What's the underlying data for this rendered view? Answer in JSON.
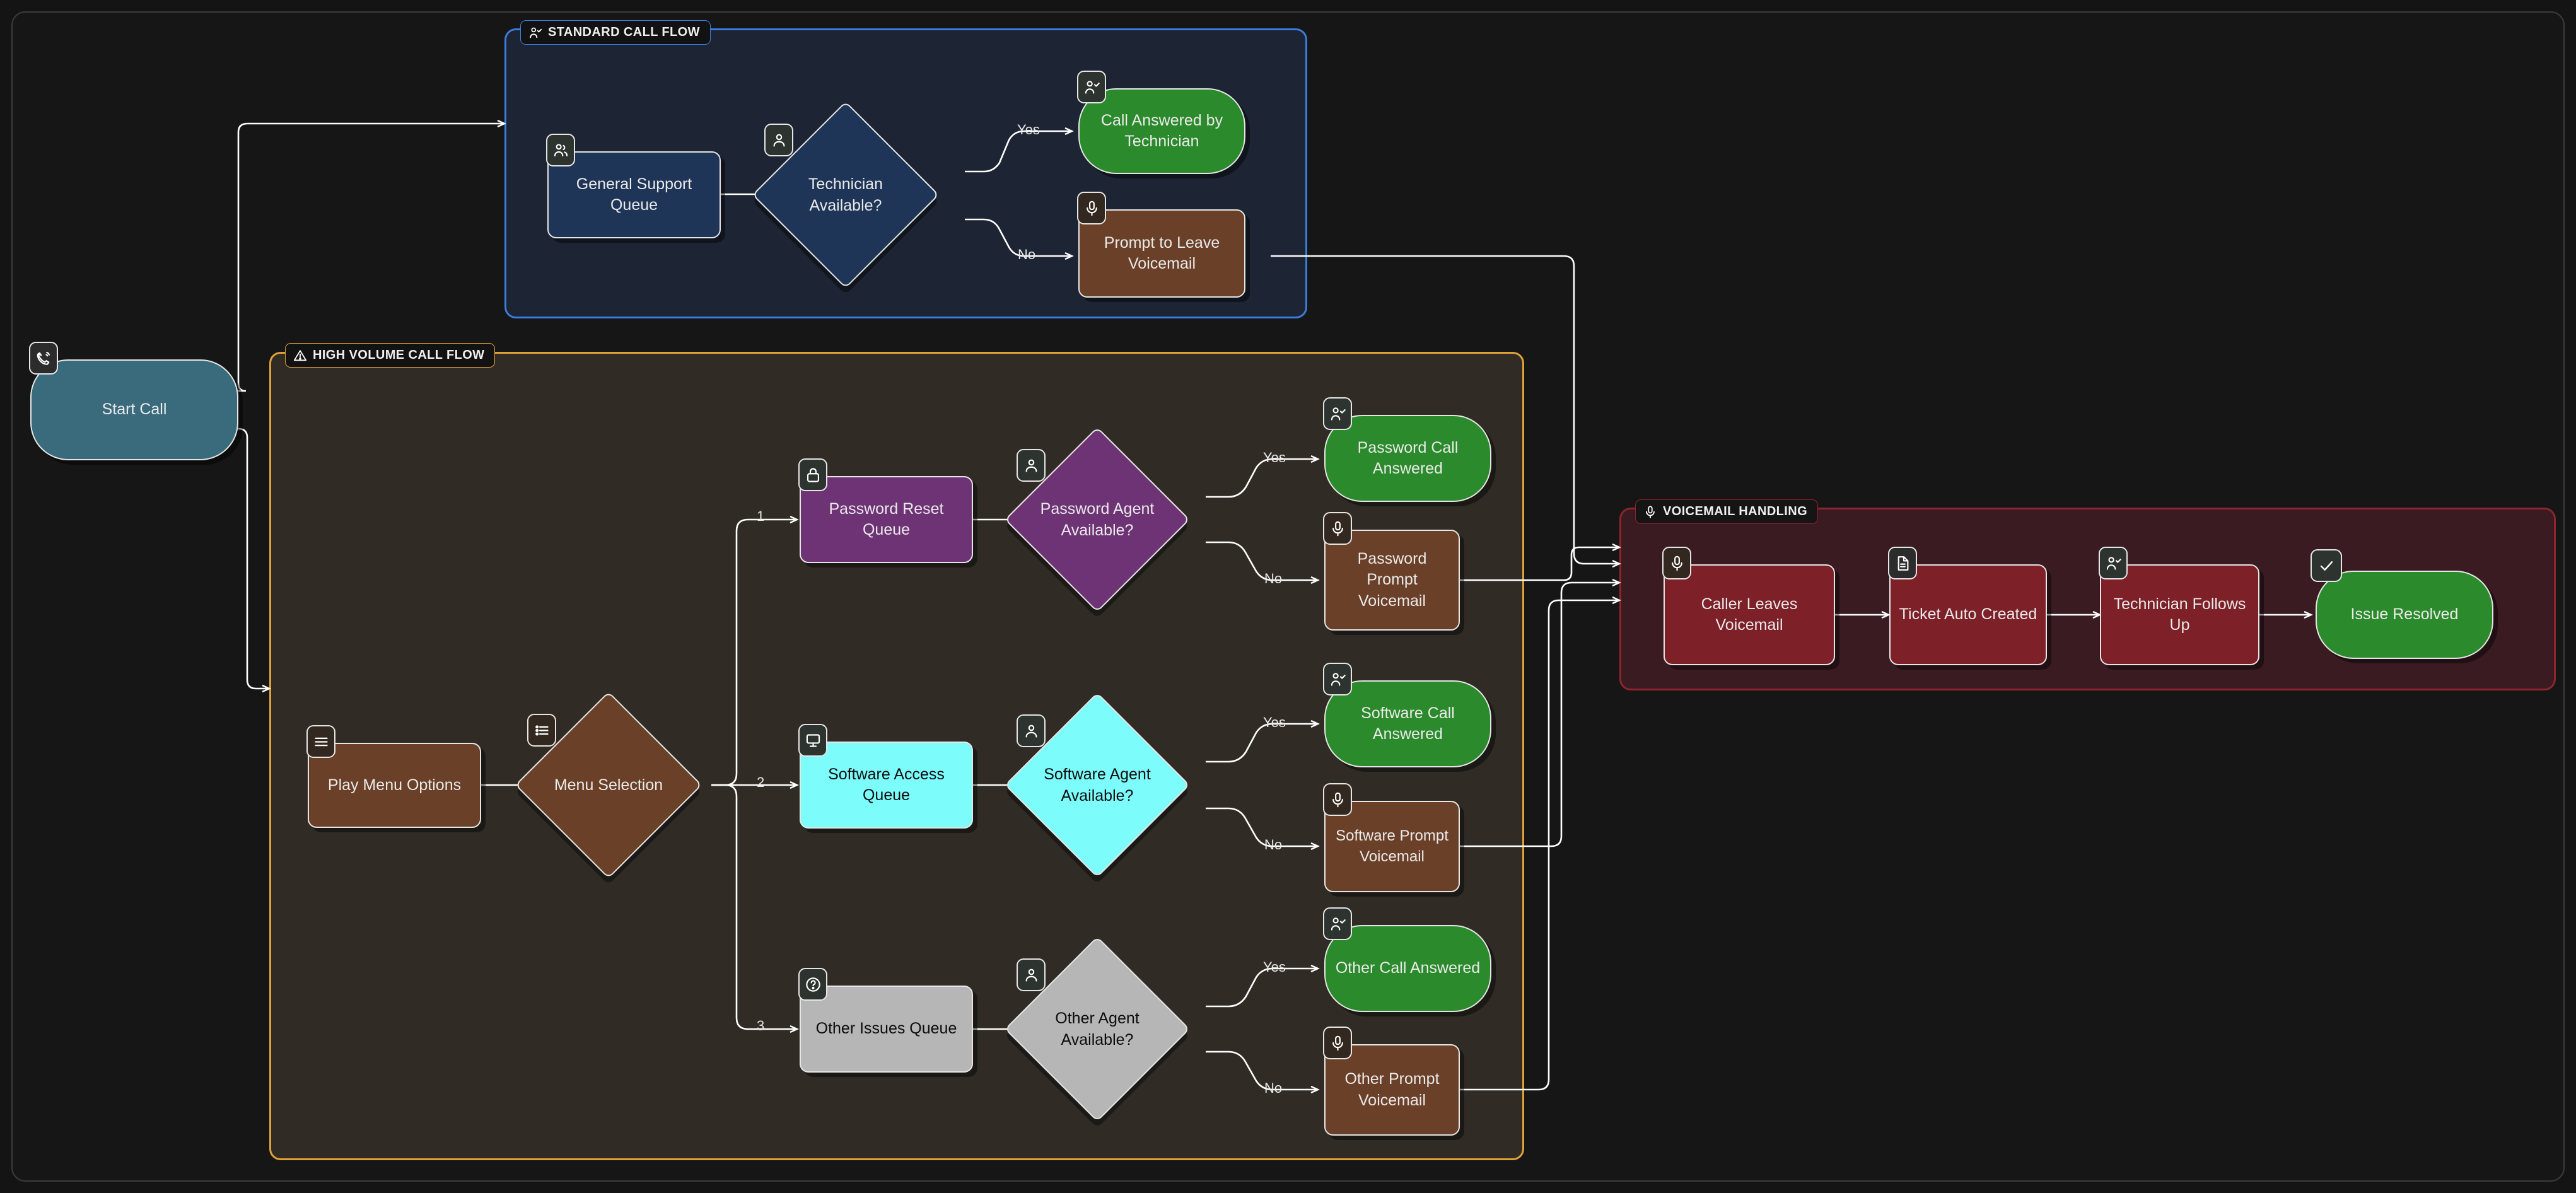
{
  "colors": {
    "canvas_bg": "#141414",
    "standard_group_border": "#3b7ddd",
    "standard_group_bg": "#1d2433",
    "highvolume_group_border": "#e0a238",
    "highvolume_group_bg": "#302c25",
    "voicemail_group_border": "#8e2430",
    "voicemail_group_bg": "#3a1b21",
    "start_node": "#3a6b7d",
    "blue_node": "#1e3557",
    "green_node": "#2b8a2b",
    "brown_node": "#6b4028",
    "purple_node": "#6e3375",
    "cyan_node": "#7dfcfc",
    "gray_node": "#b6b6b6",
    "maroon_node": "#7d2028",
    "edge_stroke": "#ffffff"
  },
  "groups": {
    "standard": {
      "label": "STANDARD CALL FLOW",
      "icon": "user-check-icon"
    },
    "high_volume": {
      "label": "HIGH VOLUME CALL FLOW",
      "icon": "warning-triangle-icon"
    },
    "voicemail": {
      "label": "VOICEMAIL HANDLING",
      "icon": "microphone-icon"
    }
  },
  "nodes": {
    "start_call": {
      "label": "Start Call",
      "icon": "phone-ringing-icon",
      "shape": "pill"
    },
    "general_queue": {
      "label": "General Support Queue",
      "icon": "users-icon",
      "shape": "rect"
    },
    "technician_avail": {
      "label": "Technician Available?",
      "icon": "user-icon",
      "shape": "diamond"
    },
    "call_answered": {
      "label": "Call Answered by Technician",
      "icon": "user-check-icon",
      "shape": "pill"
    },
    "prompt_voicemail": {
      "label": "Prompt to Leave Voicemail",
      "icon": "microphone-icon",
      "shape": "rect"
    },
    "play_menu": {
      "label": "Play Menu Options",
      "icon": "menu-lines-icon",
      "shape": "rect"
    },
    "menu_selection": {
      "label": "Menu Selection",
      "icon": "list-icon",
      "shape": "diamond"
    },
    "password_queue": {
      "label": "Password Reset Queue",
      "icon": "lock-icon",
      "shape": "rect"
    },
    "password_agent": {
      "label": "Password Agent Available?",
      "icon": "user-icon",
      "shape": "diamond"
    },
    "password_answered": {
      "label": "Password Call Answered",
      "icon": "user-check-icon",
      "shape": "pill"
    },
    "password_vm": {
      "label": "Password Prompt Voicemail",
      "icon": "microphone-icon",
      "shape": "rect"
    },
    "software_queue": {
      "label": "Software Access Queue",
      "icon": "monitor-icon",
      "shape": "rect"
    },
    "software_agent": {
      "label": "Software Agent Available?",
      "icon": "user-icon",
      "shape": "diamond"
    },
    "software_answered": {
      "label": "Software Call Answered",
      "icon": "user-check-icon",
      "shape": "pill"
    },
    "software_vm": {
      "label": "Software Prompt Voicemail",
      "icon": "microphone-icon",
      "shape": "rect"
    },
    "other_queue": {
      "label": "Other Issues Queue",
      "icon": "question-circle-icon",
      "shape": "rect"
    },
    "other_agent": {
      "label": "Other Agent Available?",
      "icon": "user-icon",
      "shape": "diamond"
    },
    "other_answered": {
      "label": "Other Call Answered",
      "icon": "user-check-icon",
      "shape": "pill"
    },
    "other_vm": {
      "label": "Other Prompt Voicemail",
      "icon": "microphone-icon",
      "shape": "rect"
    },
    "caller_leaves_vm": {
      "label": "Caller Leaves Voicemail",
      "icon": "microphone-icon",
      "shape": "rect"
    },
    "ticket_created": {
      "label": "Ticket Auto Created",
      "icon": "document-icon",
      "shape": "rect"
    },
    "tech_follows_up": {
      "label": "Technician Follows Up",
      "icon": "user-check-icon",
      "shape": "rect"
    },
    "issue_resolved": {
      "label": "Issue Resolved",
      "icon": "check-icon",
      "shape": "pill"
    }
  },
  "edge_labels": {
    "yes_technician": "Yes",
    "no_technician": "No",
    "menu_option_1": "1",
    "menu_option_2": "2",
    "menu_option_3": "3",
    "yes_password": "Yes",
    "no_password": "No",
    "yes_software": "Yes",
    "no_software": "No",
    "yes_other": "Yes",
    "no_other": "No"
  }
}
